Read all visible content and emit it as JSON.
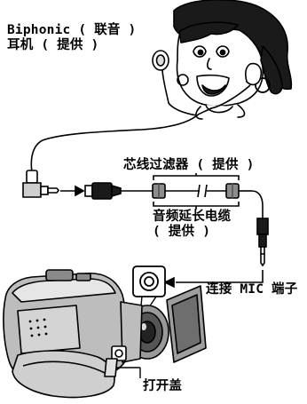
{
  "labels": {
    "headphones": "Biphonic ( 联音 )\n耳机 ( 提供 )",
    "core_filter": "芯线过滤器 ( 提供 )",
    "extension_cable": "音频延长电缆\n( 提供 )",
    "mic_connector": "连接 MIC 端子",
    "open_cover": "打开盖"
  }
}
